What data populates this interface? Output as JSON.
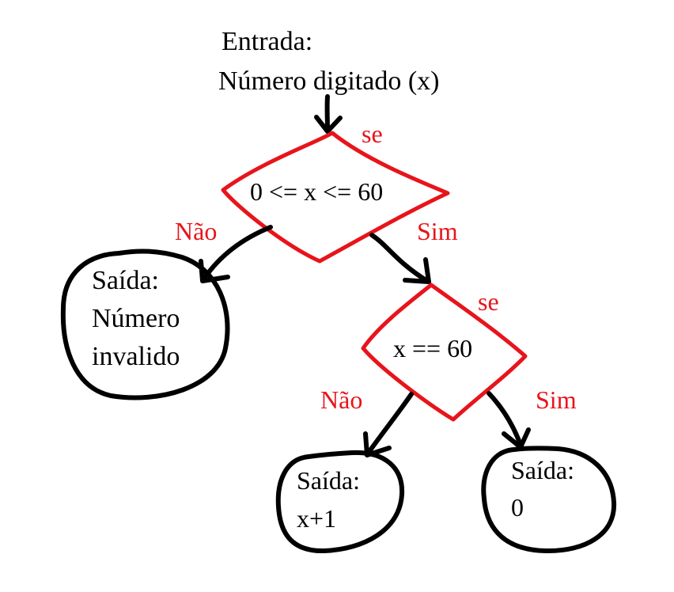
{
  "colors": {
    "ink": "#000000",
    "decision": "#e8141b",
    "background": "#ffffff"
  },
  "flowchart": {
    "input": {
      "line1": "Entrada:",
      "line2": "Número digitado (x)"
    },
    "decision1": {
      "tag": "se",
      "condition": "0 <= x <= 60",
      "no_label": "Não",
      "yes_label": "Sim"
    },
    "output_invalid": {
      "line1": "Saída:",
      "line2": "Número",
      "line3": "invalido"
    },
    "decision2": {
      "tag": "se",
      "condition": "x == 60",
      "no_label": "Não",
      "yes_label": "Sim"
    },
    "output_next": {
      "line1": "Saída:",
      "line2": "x+1"
    },
    "output_zero": {
      "line1": "Saída:",
      "line2": "0"
    }
  }
}
